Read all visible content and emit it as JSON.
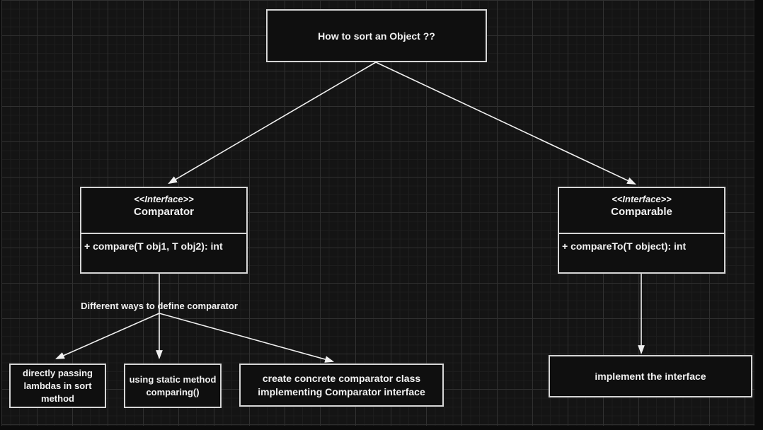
{
  "root": {
    "label": "How to sort an Object ??"
  },
  "interfaces": [
    {
      "stereotype": "<<Interface>>",
      "name": "Comparator",
      "method": "+ compare(T obj1, T obj2): int"
    },
    {
      "stereotype": "<<Interface>>",
      "name": "Comparable",
      "method": "+ compareTo(T object): int"
    }
  ],
  "branch_label": "Different ways to define comparator",
  "comparator_options": [
    {
      "label": "directly passing lambdas in sort method"
    },
    {
      "label": "using static method comparing()"
    },
    {
      "label": "create concrete comparator class implementing Comparator interface"
    }
  ],
  "comparable_options": [
    {
      "label": "implement the interface"
    }
  ],
  "colors": {
    "canvas_bg": "#141414",
    "grid_minor": "#1d1d1d",
    "grid_major": "#303030",
    "node_fill": "#0f0f0f",
    "node_border": "#d6d6d6",
    "text": "#f2f2f2",
    "connector": "#f0f0f0"
  }
}
